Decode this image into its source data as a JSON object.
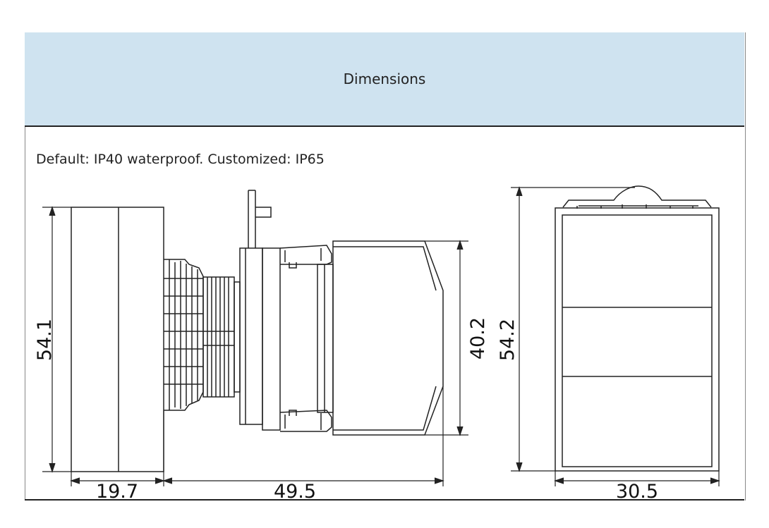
{
  "header": {
    "title": "Dimensions"
  },
  "note": "Default: IP40 waterproof. Customized: IP65",
  "dimensions": {
    "side_height": "54.1",
    "cap_depth": "19.7",
    "body_length": "49.5",
    "body_height": "40.2",
    "front_height": "54.2",
    "front_width": "30.5"
  }
}
